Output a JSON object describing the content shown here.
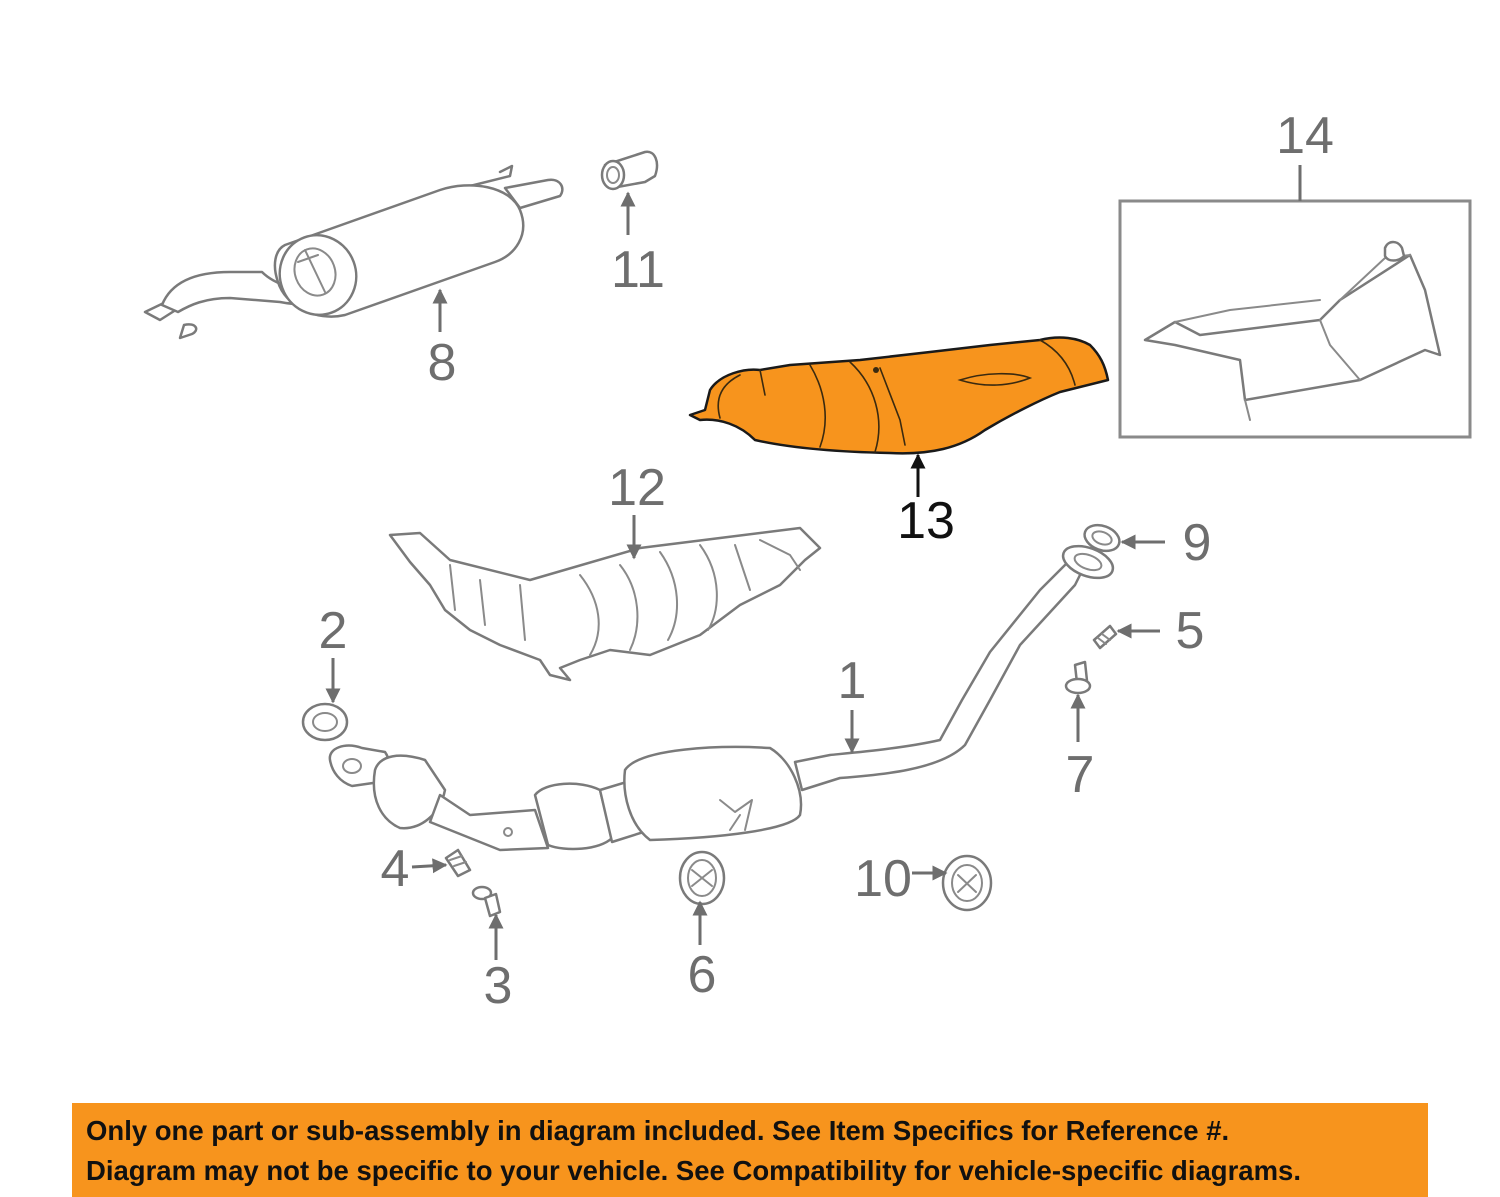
{
  "callouts": {
    "c1": "1",
    "c2": "2",
    "c3": "3",
    "c4": "4",
    "c5": "5",
    "c6": "6",
    "c7": "7",
    "c8": "8",
    "c9": "9",
    "c10": "10",
    "c11": "11",
    "c12": "12",
    "c13": "13",
    "c14": "14"
  },
  "banner": {
    "line1": "Only one part or sub-assembly in diagram included. See Item Specifics for Reference #.",
    "line2": "Diagram may not be specific to your vehicle. See Compatibility for vehicle-specific diagrams."
  },
  "colors": {
    "highlight_part": "#F7941D",
    "banner_background": "#F7941D",
    "line_art": "#7a7a7a"
  }
}
